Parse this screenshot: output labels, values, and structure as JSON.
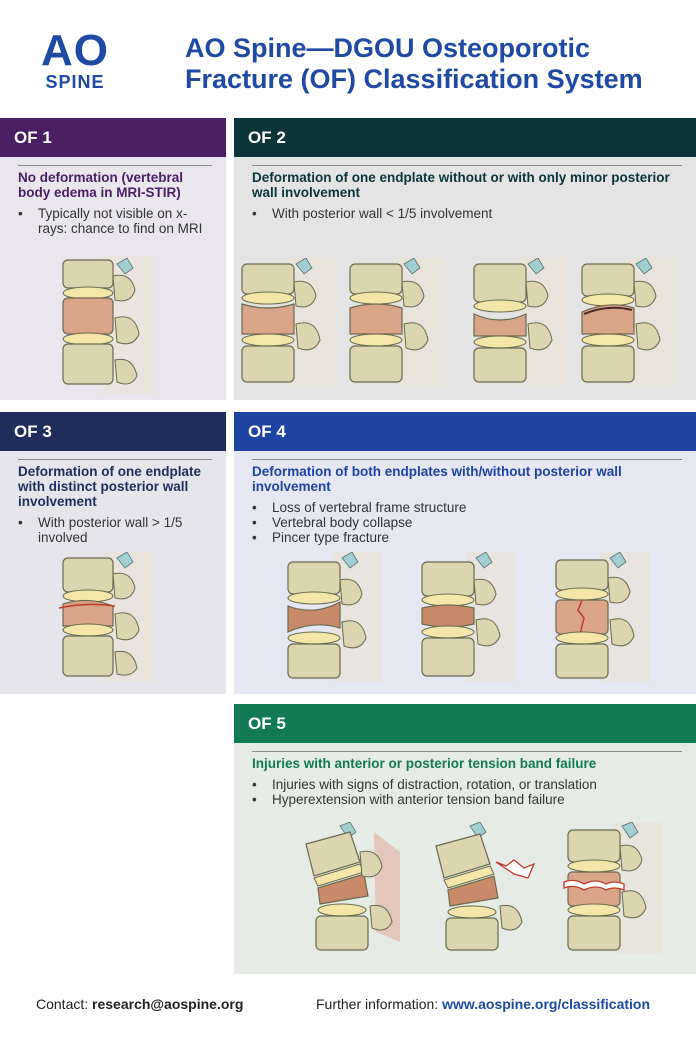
{
  "header": {
    "logo_top": "AO",
    "logo_bottom": "SPINE",
    "title_line1": "AO Spine—DGOU Osteoporotic",
    "title_line2": "Fracture (OF) Classification System"
  },
  "colors": {
    "brand": "#1e4aa3",
    "of1": "#4a1e62",
    "of2": "#0b3538",
    "of3": "#1f2d5a",
    "of4": "#1c44a0",
    "of5": "#127a55"
  },
  "panels": {
    "of1": {
      "label": "OF 1",
      "subtitle": "No deformation (vertebral body edema in MRI-STIR)",
      "bullets": [
        "Typically not visible on x-rays: chance to find on MRI"
      ]
    },
    "of2": {
      "label": "OF 2",
      "subtitle": "Deformation of one endplate without or with only minor posterior wall involvement",
      "bullets": [
        "With posterior wall < 1/5 involvement"
      ]
    },
    "of3": {
      "label": "OF 3",
      "subtitle": "Deformation of one endplate with distinct posterior wall involvement",
      "bullets": [
        "With posterior wall > 1/5 involved"
      ]
    },
    "of4": {
      "label": "OF 4",
      "subtitle": "Deformation of both endplates with/without posterior wall involvement",
      "bullets": [
        "Loss of vertebral frame structure",
        "Vertebral body collapse",
        "Pincer type fracture"
      ]
    },
    "of5": {
      "label": "OF 5",
      "subtitle": "Injuries with anterior or posterior tension band failure",
      "bullets": [
        "Injuries with signs of distraction, rotation, or translation",
        "Hyperextension with anterior tension band failure"
      ]
    }
  },
  "footer": {
    "contact_label": "Contact:",
    "contact_email": "research@aospine.org",
    "info_label": "Further information:",
    "info_url": "www.aospine.org/classification"
  }
}
